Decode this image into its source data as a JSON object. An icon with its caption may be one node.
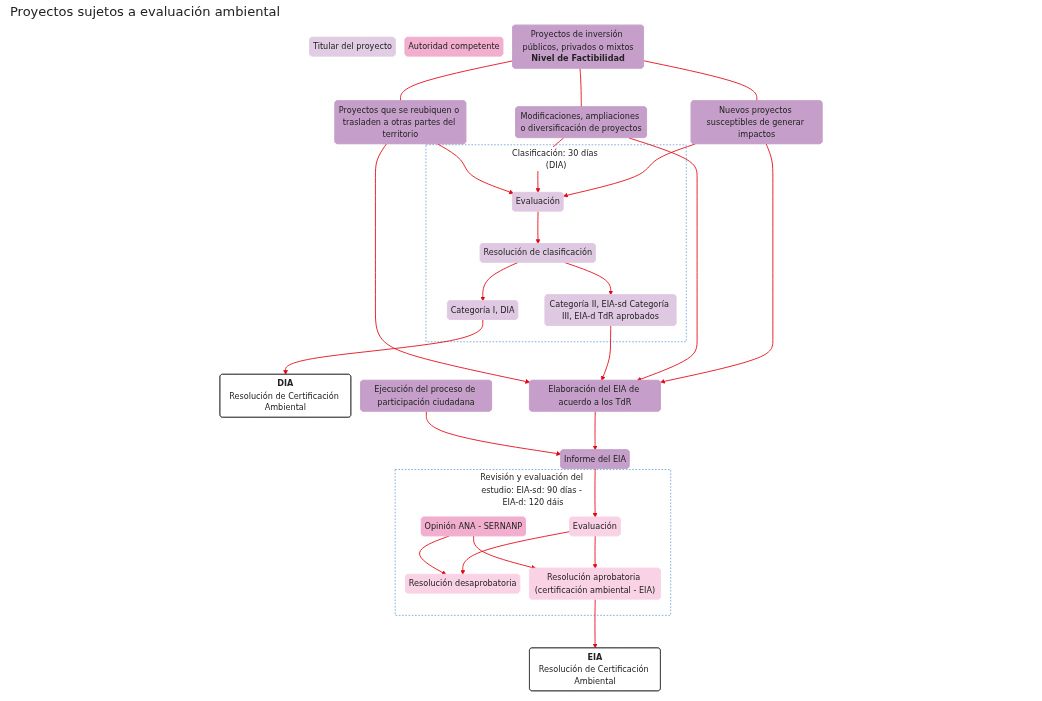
{
  "diagram": {
    "nodes": [
      {
        "text": [
          "Titular del proyecto"
        ]
      },
      {
        "text": [
          "Autoridad competente"
        ]
      },
      {
        "text": [
          "Proyectos de inversión públicos, privados o mixtos",
          "Nivel de Factibilidad"
        ]
      },
      {
        "text": [
          "Nuevos proyectos susceptibles de generar impactos"
        ]
      },
      {
        "text": [
          "Modificaciones, ampliaciones o diversificación de proyectos"
        ]
      },
      {
        "text": [
          "Proyectos que se reubiquen o trasladen a otras partes del territorio"
        ]
      },
      {
        "text": [
          "Clasificación: 30 días (DIA)"
        ]
      },
      {
        "text": [
          "Evaluación"
        ],
        "in": 6
      },
      {
        "text": [
          "Resolución de clasificación"
        ],
        "in": 6
      },
      {
        "text": [
          "Categoría I, DIA"
        ],
        "in": 6
      },
      {
        "text": [
          "Categoría II, EIA-sd Categoría III, EIA-d TdR aprobados"
        ],
        "in": 6
      },
      {
        "text": [
          "DIA",
          "Resolución de Certificación Ambiental"
        ]
      },
      {
        "text": [
          "Elaboración del EIA de acuerdo a los TdR"
        ]
      },
      {
        "text": [
          "Ejecución del proceso de participación ciudadana"
        ]
      },
      {
        "text": [
          "Informe del EIA"
        ]
      },
      {
        "text": [
          "Revisión y evaluación del estudio: EIA-sd: 90 días - EIA-d: 120 dáis"
        ]
      },
      {
        "text": [
          "Opinión ANA - SERNANP"
        ],
        "in": 15
      },
      {
        "text": [
          "Evaluación"
        ],
        "in": 15
      },
      {
        "text": [
          "Resolución desaprobatoria"
        ],
        "in": 15
      },
      {
        "text": [
          "Resolución aprobatoria (certificación ambiental - EIA)"
        ],
        "in": 15
      },
      {
        "text": [
          "EIA",
          "Resolución de Certificación Ambiental"
        ]
      }
    ],
    "edges": [
      {
        "from": 2,
        "to": 3,
        "arrow": "none"
      },
      {
        "from": 2,
        "to": 4,
        "arrow": "none"
      },
      {
        "from": 2,
        "to": 5,
        "arrow": "none"
      },
      {
        "from": 3,
        "to": 12,
        "arrow": "to"
      },
      {
        "from": 4,
        "to": 12,
        "arrow": "to"
      },
      {
        "from": 3,
        "to": 7,
        "arrow": "to"
      },
      {
        "from": 4,
        "to": 7,
        "arrow": "to"
      },
      {
        "from": 5,
        "to": 7,
        "arrow": "to"
      },
      {
        "from": 7,
        "to": 8,
        "arrow": "to"
      },
      {
        "from": 8,
        "to": 9,
        "arrow": "to"
      },
      {
        "from": 8,
        "to": 10,
        "arrow": "to"
      },
      {
        "from": 9,
        "to": 11,
        "arrow": "to"
      },
      {
        "from": 10,
        "to": 12,
        "arrow": "to"
      },
      {
        "from": 5,
        "to": 12,
        "arrow": "to"
      },
      {
        "from": 12,
        "to": 14,
        "arrow": "to"
      },
      {
        "from": 13,
        "to": 14,
        "arrow": "to"
      },
      {
        "from": 14,
        "to": 17,
        "arrow": "to"
      },
      {
        "from": 17,
        "to": 18,
        "arrow": "to"
      },
      {
        "from": 17,
        "to": 19,
        "arrow": "to"
      },
      {
        "from": 16,
        "to": 18,
        "arrow": "to"
      },
      {
        "from": 16,
        "to": 19,
        "arrow": "to"
      },
      {
        "from": 19,
        "to": 20,
        "arrow": "to"
      }
    ],
    "labels": [
      "Proyectos sujetos a evaluación ambiental"
    ]
  }
}
